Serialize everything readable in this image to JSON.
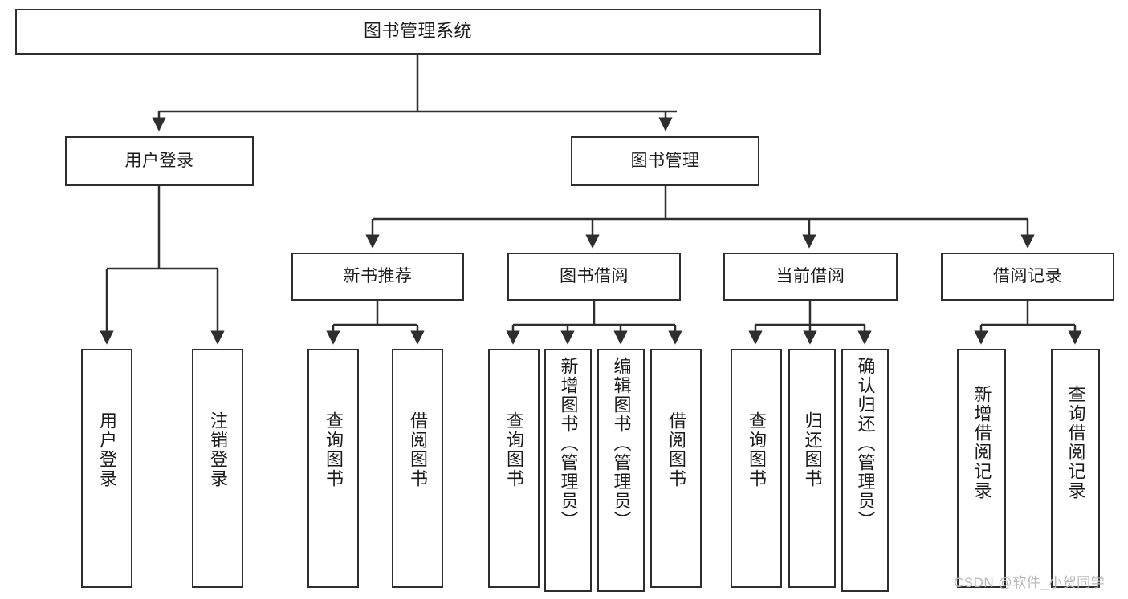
{
  "diagram": {
    "title": "图书管理系统",
    "type": "tree-hierarchy",
    "root": {
      "id": "root",
      "label": "图书管理系统",
      "orientation": "horizontal"
    },
    "level2": [
      {
        "id": "user-login",
        "label": "用户登录",
        "orientation": "horizontal"
      },
      {
        "id": "book-management",
        "label": "图书管理",
        "orientation": "horizontal"
      }
    ],
    "level3": [
      {
        "id": "new-book-recommend",
        "label": "新书推荐",
        "orientation": "horizontal",
        "parent": "book-management"
      },
      {
        "id": "book-borrow",
        "label": "图书借阅",
        "orientation": "horizontal",
        "parent": "book-management"
      },
      {
        "id": "current-borrow",
        "label": "当前借阅",
        "orientation": "horizontal",
        "parent": "book-management"
      },
      {
        "id": "borrow-record",
        "label": "借阅记录",
        "orientation": "horizontal",
        "parent": "book-management"
      }
    ],
    "leaves": [
      {
        "id": "leaf-user-login",
        "label": "用户登录",
        "parent": "user-login"
      },
      {
        "id": "leaf-logout-login",
        "label": "注销登录",
        "parent": "user-login"
      },
      {
        "id": "leaf-query-book-1",
        "label": "查询图书",
        "parent": "new-book-recommend"
      },
      {
        "id": "leaf-borrow-book-1",
        "label": "借阅图书",
        "parent": "new-book-recommend"
      },
      {
        "id": "leaf-query-book-2",
        "label": "查询图书",
        "parent": "book-borrow"
      },
      {
        "id": "leaf-add-book",
        "label": "新增图书（管理员）",
        "parent": "book-borrow"
      },
      {
        "id": "leaf-edit-book",
        "label": "编辑图书（管理员）",
        "parent": "book-borrow"
      },
      {
        "id": "leaf-borrow-book-2",
        "label": "借阅图书",
        "parent": "book-borrow"
      },
      {
        "id": "leaf-query-book-3",
        "label": "查询图书",
        "parent": "current-borrow"
      },
      {
        "id": "leaf-return-book",
        "label": "归还图书",
        "parent": "current-borrow"
      },
      {
        "id": "leaf-confirm-return",
        "label": "确认归还（管理员）",
        "parent": "current-borrow"
      },
      {
        "id": "leaf-add-record",
        "label": "新增借阅记录",
        "parent": "borrow-record"
      },
      {
        "id": "leaf-query-record",
        "label": "查询借阅记录",
        "parent": "borrow-record"
      }
    ],
    "colors": {
      "stroke": "#2e2e2e",
      "background": "#ffffff",
      "text": "#1a1a1a",
      "watermark": "#b9b9b9"
    }
  },
  "watermark": {
    "text": "CSDN @软件_小贺同学"
  }
}
